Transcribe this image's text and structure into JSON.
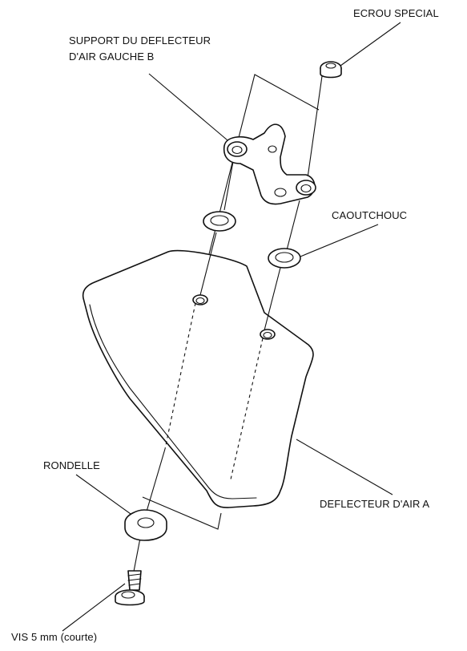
{
  "labels": {
    "ecrou_special": "ECROU SPECIAL",
    "support_line1": "SUPPORT DU DEFLECTEUR",
    "support_line2": "D'AIR GAUCHE B",
    "caoutchouc": "CAOUTCHOUC",
    "rondelle": "RONDELLE",
    "deflecteur": "DEFLECTEUR D'AIR A",
    "vis": "VIS 5 mm (courte)"
  }
}
